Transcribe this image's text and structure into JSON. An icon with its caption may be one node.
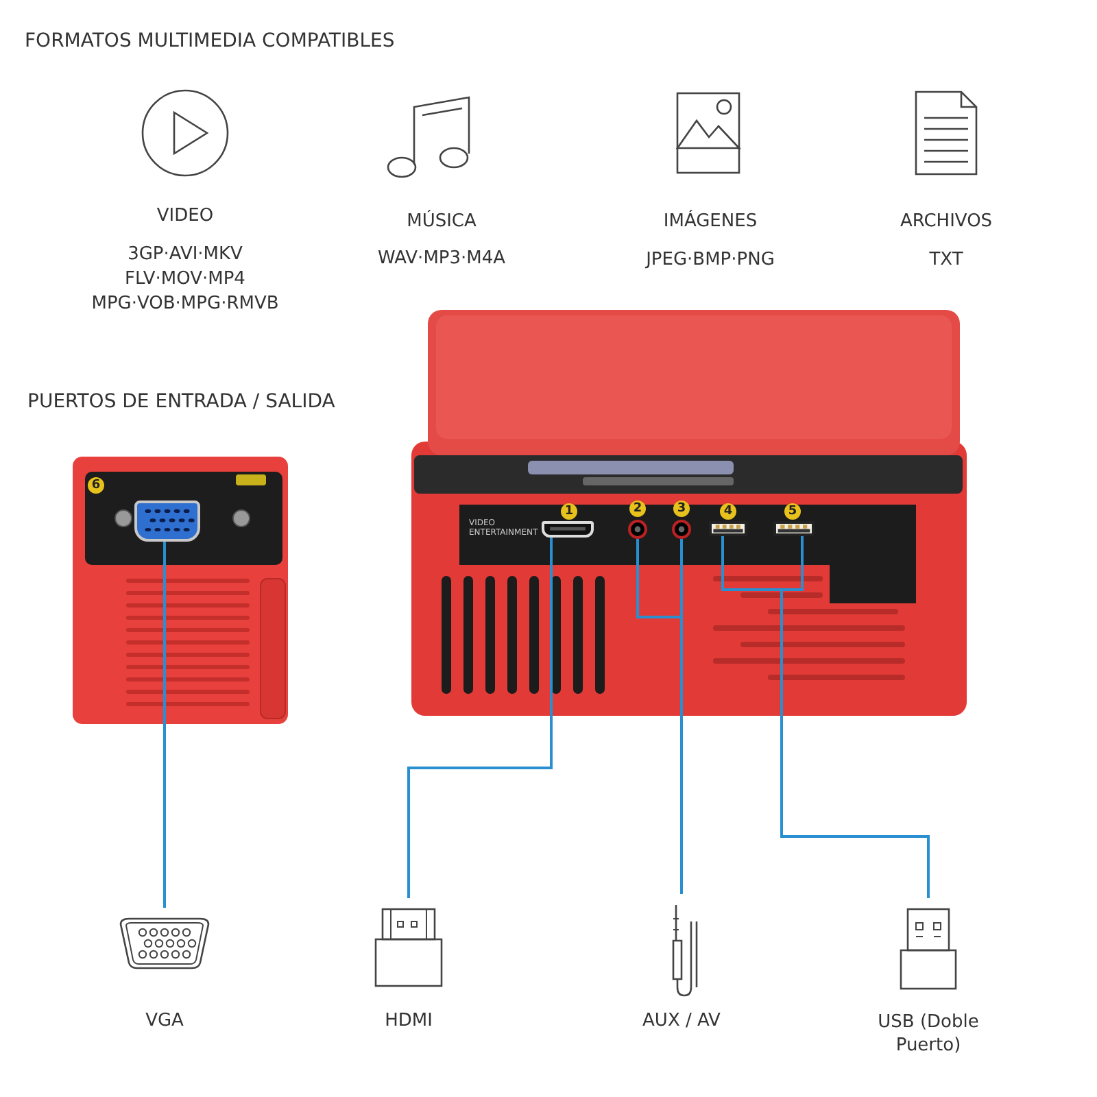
{
  "diagram": {
    "nodes": [
      {
        "text": [],
        "shape": "picture",
        "beside": [
          "6"
        ]
      },
      {
        "text": [],
        "shape": "picture",
        "beside": [
          "1"
        ]
      },
      {
        "text": [],
        "shape": "picture",
        "beside": [
          "2"
        ]
      },
      {
        "text": [],
        "shape": "picture",
        "beside": [
          "3"
        ]
      },
      {
        "text": [],
        "shape": "picture",
        "beside": [
          "4"
        ]
      },
      {
        "text": [],
        "shape": "picture",
        "beside": [
          "5"
        ]
      },
      {
        "text": [
          "VGA"
        ]
      },
      {
        "text": [
          "HDMI"
        ]
      },
      {
        "text": [
          "AUX / AV"
        ]
      },
      {
        "text": [
          "USB (Doble Puerto)"
        ]
      }
    ],
    "edges": [
      {
        "from": 0,
        "to": 6,
        "arrow": "none"
      },
      {
        "from": 1,
        "to": 7,
        "arrow": "none"
      },
      {
        "from": 2,
        "to": 8,
        "arrow": "none"
      },
      {
        "from": 3,
        "to": 8,
        "arrow": "none"
      },
      {
        "from": 4,
        "to": 9,
        "arrow": "none"
      },
      {
        "from": 5,
        "to": 9,
        "arrow": "none"
      }
    ],
    "labels": [
      "FORMATOS MULTIMEDIA COMPATIBLES",
      "VIDEO",
      "3GP·AVI·MKV",
      "FLV·MOV·MP4",
      "MPG·VOB·MPG·RMVB",
      "MÚSICA",
      "WAV·MP3·M4A",
      "IMÁGENES",
      "JPEG·BMP·PNG",
      "ARCHIVOS",
      "TXT",
      "PUERTOS DE ENTRADA / SALIDA",
      "VIDEO ENTERTAINMENT"
    ]
  }
}
